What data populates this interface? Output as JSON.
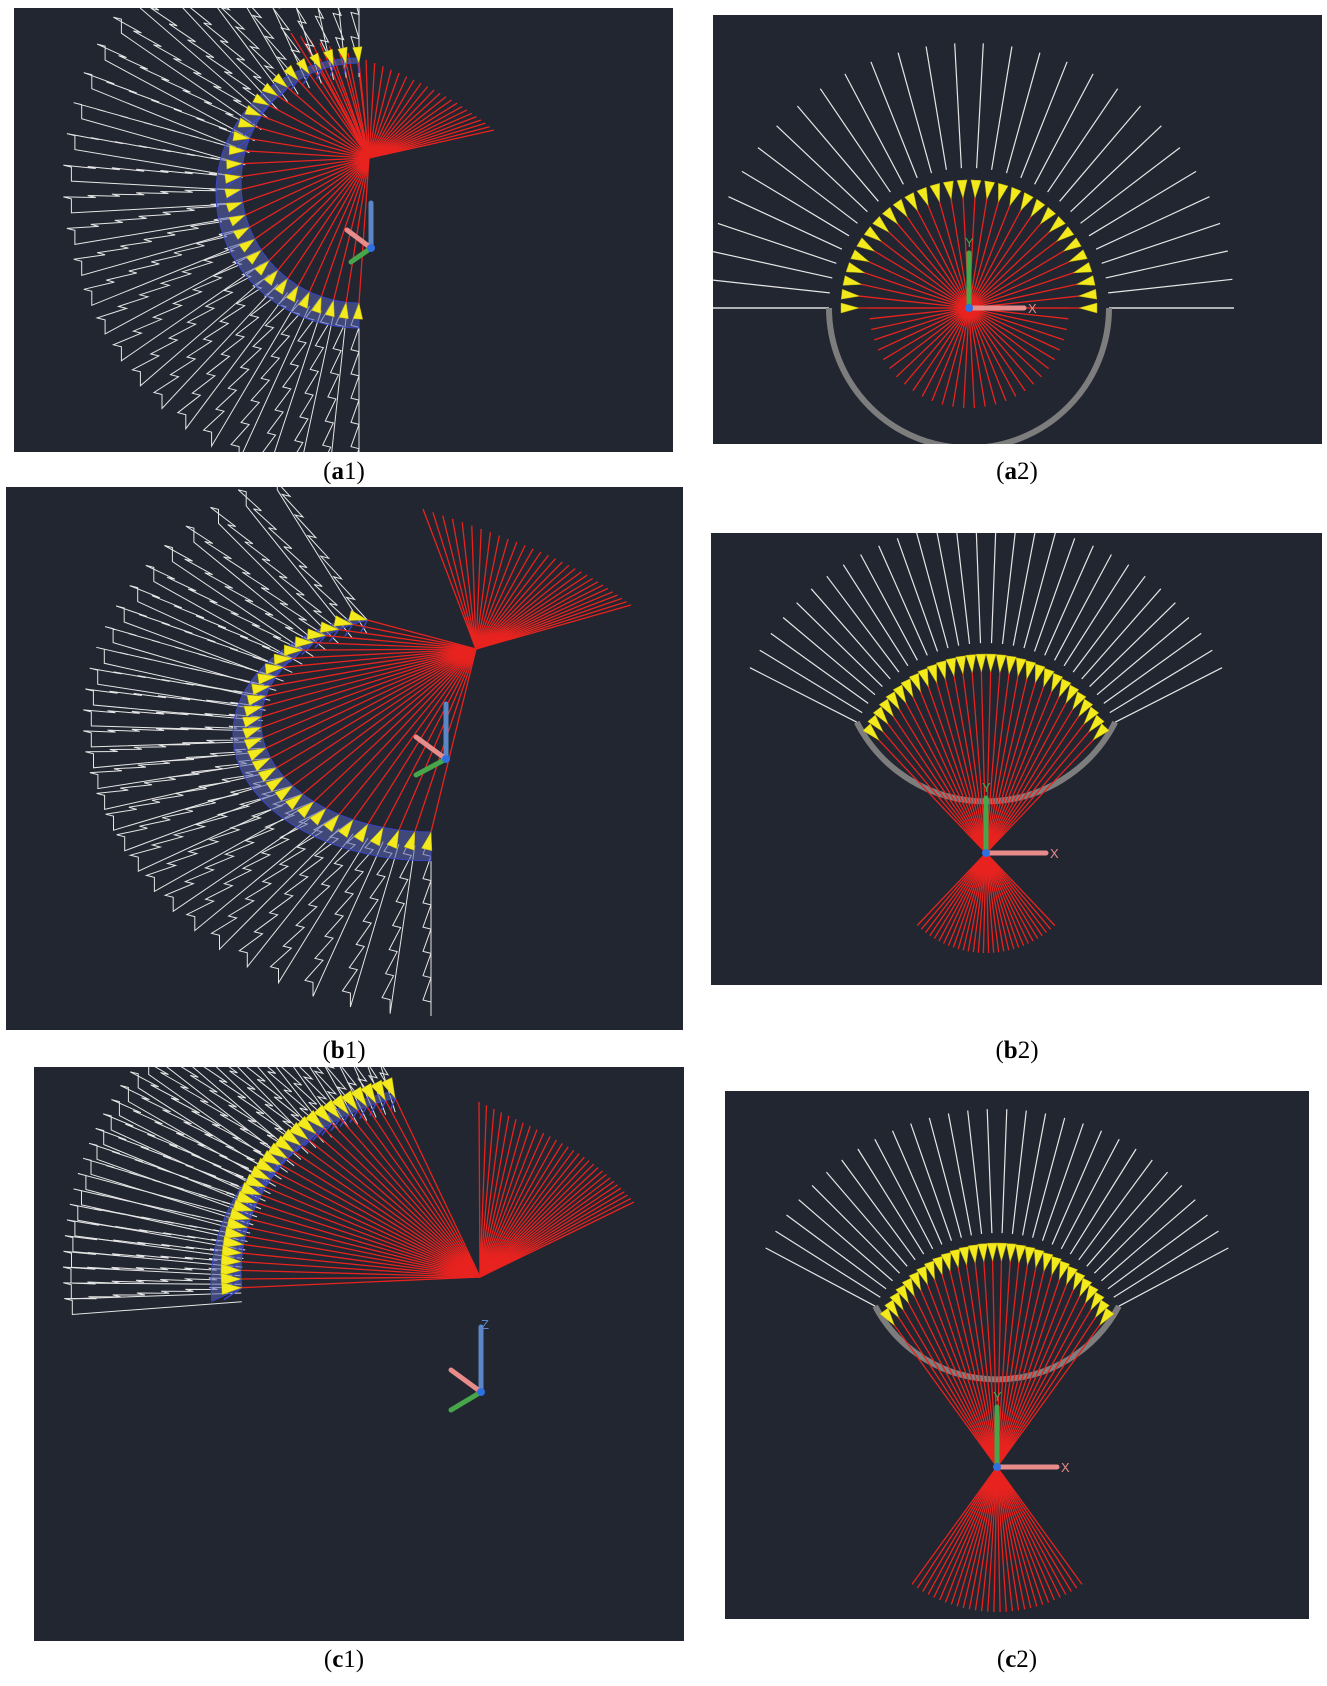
{
  "figure": {
    "background": "#ffffff",
    "viewport_background": "#212630",
    "colors": {
      "ray": "#e8231f",
      "profile": "#e6e6e6",
      "emitter": "#f2ea1c",
      "blade_fill": "#5a64b4",
      "blade_edge": "#3a46c8",
      "arc": "#7d7d7d",
      "axis_x": "#e88b8b",
      "axis_y": "#48a64a",
      "axis_z": "#5c87c7",
      "origin": "#2f6fe0"
    },
    "panels": [
      {
        "id": "a1",
        "view": "isometric",
        "caption_letter": "a",
        "caption_number": "1",
        "ray_count": 30
      },
      {
        "id": "a2",
        "view": "top",
        "caption_letter": "a",
        "caption_number": "2",
        "ray_count": 30,
        "axis_labels": [
          "Y",
          "X"
        ]
      },
      {
        "id": "b1",
        "view": "isometric",
        "caption_letter": "b",
        "caption_number": "1",
        "ray_count": 30
      },
      {
        "id": "b2",
        "view": "top",
        "caption_letter": "b",
        "caption_number": "2",
        "ray_count": 30,
        "axis_labels": [
          "Y",
          "X"
        ]
      },
      {
        "id": "c1",
        "view": "isometric",
        "caption_letter": "c",
        "caption_number": "1",
        "ray_count": 30,
        "axis_labels": [
          "Z"
        ]
      },
      {
        "id": "c2",
        "view": "top",
        "caption_letter": "c",
        "caption_number": "2",
        "ray_count": 30,
        "axis_labels": [
          "Y",
          "X"
        ]
      }
    ]
  }
}
